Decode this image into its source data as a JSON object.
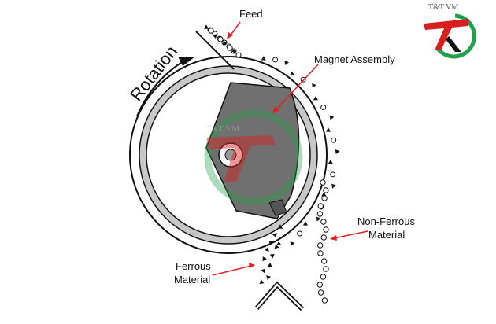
{
  "labels": {
    "feed": "Feed",
    "magnet_assembly": "Magnet Assembly",
    "rotation": "Rotation",
    "non_ferrous": [
      "Non-Ferrous",
      "Material"
    ],
    "ferrous": [
      "Ferrous",
      "Material"
    ]
  },
  "watermark": {
    "text": "T&T VM"
  },
  "logo": {
    "text": "T&T VM"
  },
  "colors": {
    "drum_ring": "#c8c8c8",
    "magnet_fill": "#707070",
    "arrow_red": "#e02020",
    "logo_red": "#d81e1e",
    "logo_green": "#25a04a",
    "outline": "#111111"
  }
}
